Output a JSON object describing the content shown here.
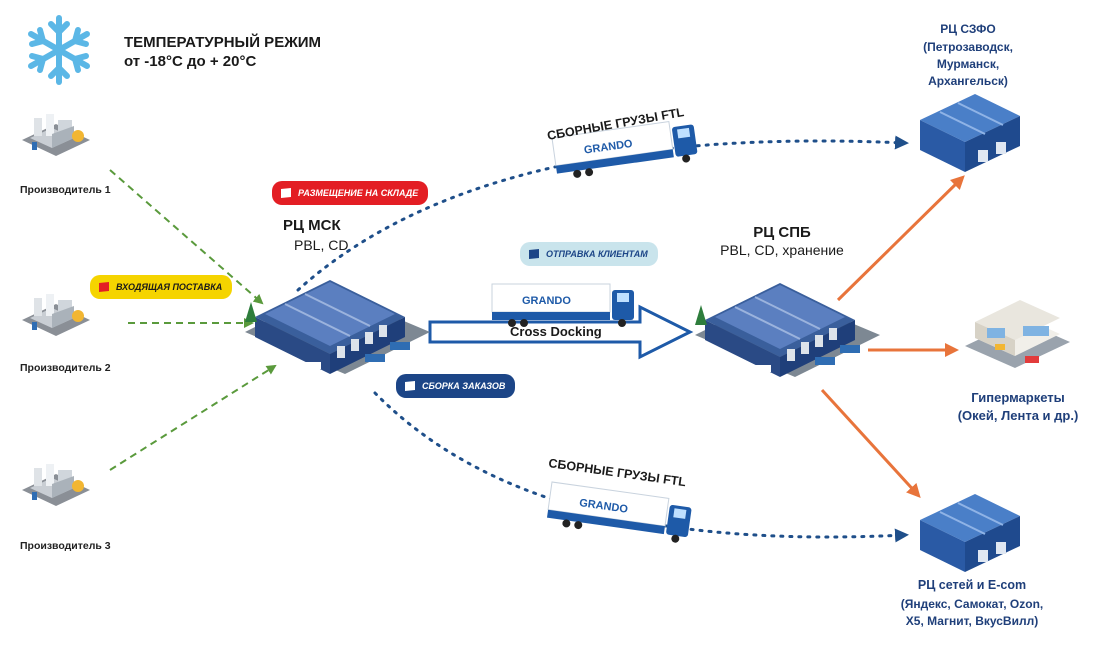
{
  "header": {
    "title_line1": "ТЕМПЕРАТУРНЫЙ РЕЖИМ",
    "title_line2": "от -18°С до + 20°С",
    "icon": "snowflake-icon"
  },
  "producers": [
    {
      "label": "Производитель 1"
    },
    {
      "label": "Производитель 2"
    },
    {
      "label": "Производитель 3"
    }
  ],
  "badges": {
    "inbound": "ВХОДЯЩАЯ ПОСТАВКА",
    "storage": "РАЗМЕЩЕНИЕ НА СКЛАДЕ",
    "picking": "СБОРКА ЗАКАЗОВ",
    "shipping": "ОТПРАВКА КЛИЕНТАМ"
  },
  "hub_msk": {
    "title": "РЦ МСК",
    "subtitle": "PBL, CD"
  },
  "hub_spb": {
    "title": "РЦ СПБ",
    "subtitle": "PBL, CD, хранение"
  },
  "trucks": {
    "top_label": "СБОРНЫЕ ГРУЗЫ FTL",
    "bottom_label": "СБОРНЫЕ ГРУЗЫ FTL",
    "brand": "GRANDO"
  },
  "cross_docking": "Cross Docking",
  "destinations": {
    "szfo": {
      "title": "РЦ СЗФО",
      "line1": "(Петрозаводск,",
      "line2": "Мурманск,",
      "line3": "Архангельск)"
    },
    "hyper": {
      "title": "Гипермаркеты",
      "line1": "(Окей, Лента и др.)"
    },
    "ecom": {
      "title": "РЦ сетей и E-com",
      "line1": "(Яндекс, Самокат, Ozon,",
      "line2": "Х5, Магнит, ВкусВилл)"
    }
  },
  "colors": {
    "navy": "#1f3f7a",
    "blue": "#1e5aa8",
    "green_dash": "#5a9a3c",
    "orange": "#e8743b",
    "red_badge": "#e31e24",
    "yellow_badge": "#f5d400",
    "darkblue_badge": "#1c4587",
    "lightblue_badge": "#c9e4ec"
  }
}
